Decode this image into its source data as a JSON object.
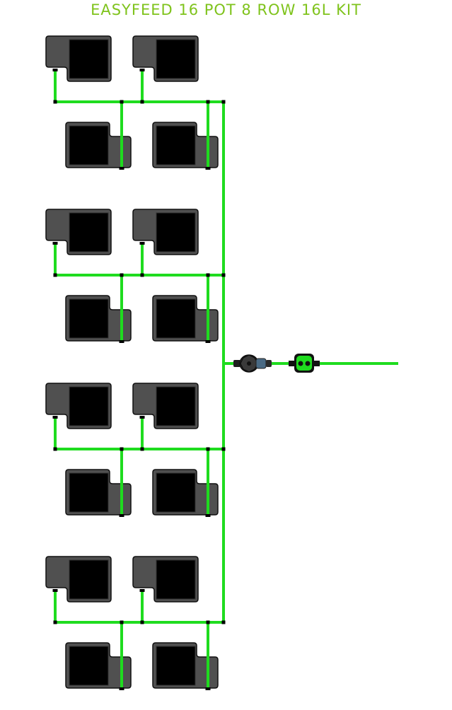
{
  "title": "EASYFEED 16 POT 8 ROW 16L KIT",
  "colors": {
    "title": "#7fc31c",
    "pipe": "#1fdc1f",
    "pot_body": "#505050",
    "pot_insert": "#000000",
    "connector": "#000000"
  },
  "diagram": {
    "pot_count": 16,
    "row_count": 8,
    "group_count": 4,
    "pots_per_row": 2,
    "pot_size_litres": 16
  },
  "icons": {
    "pot": "pot-icon",
    "filter": "inline-filter-icon",
    "valve": "float-valve-icon"
  }
}
